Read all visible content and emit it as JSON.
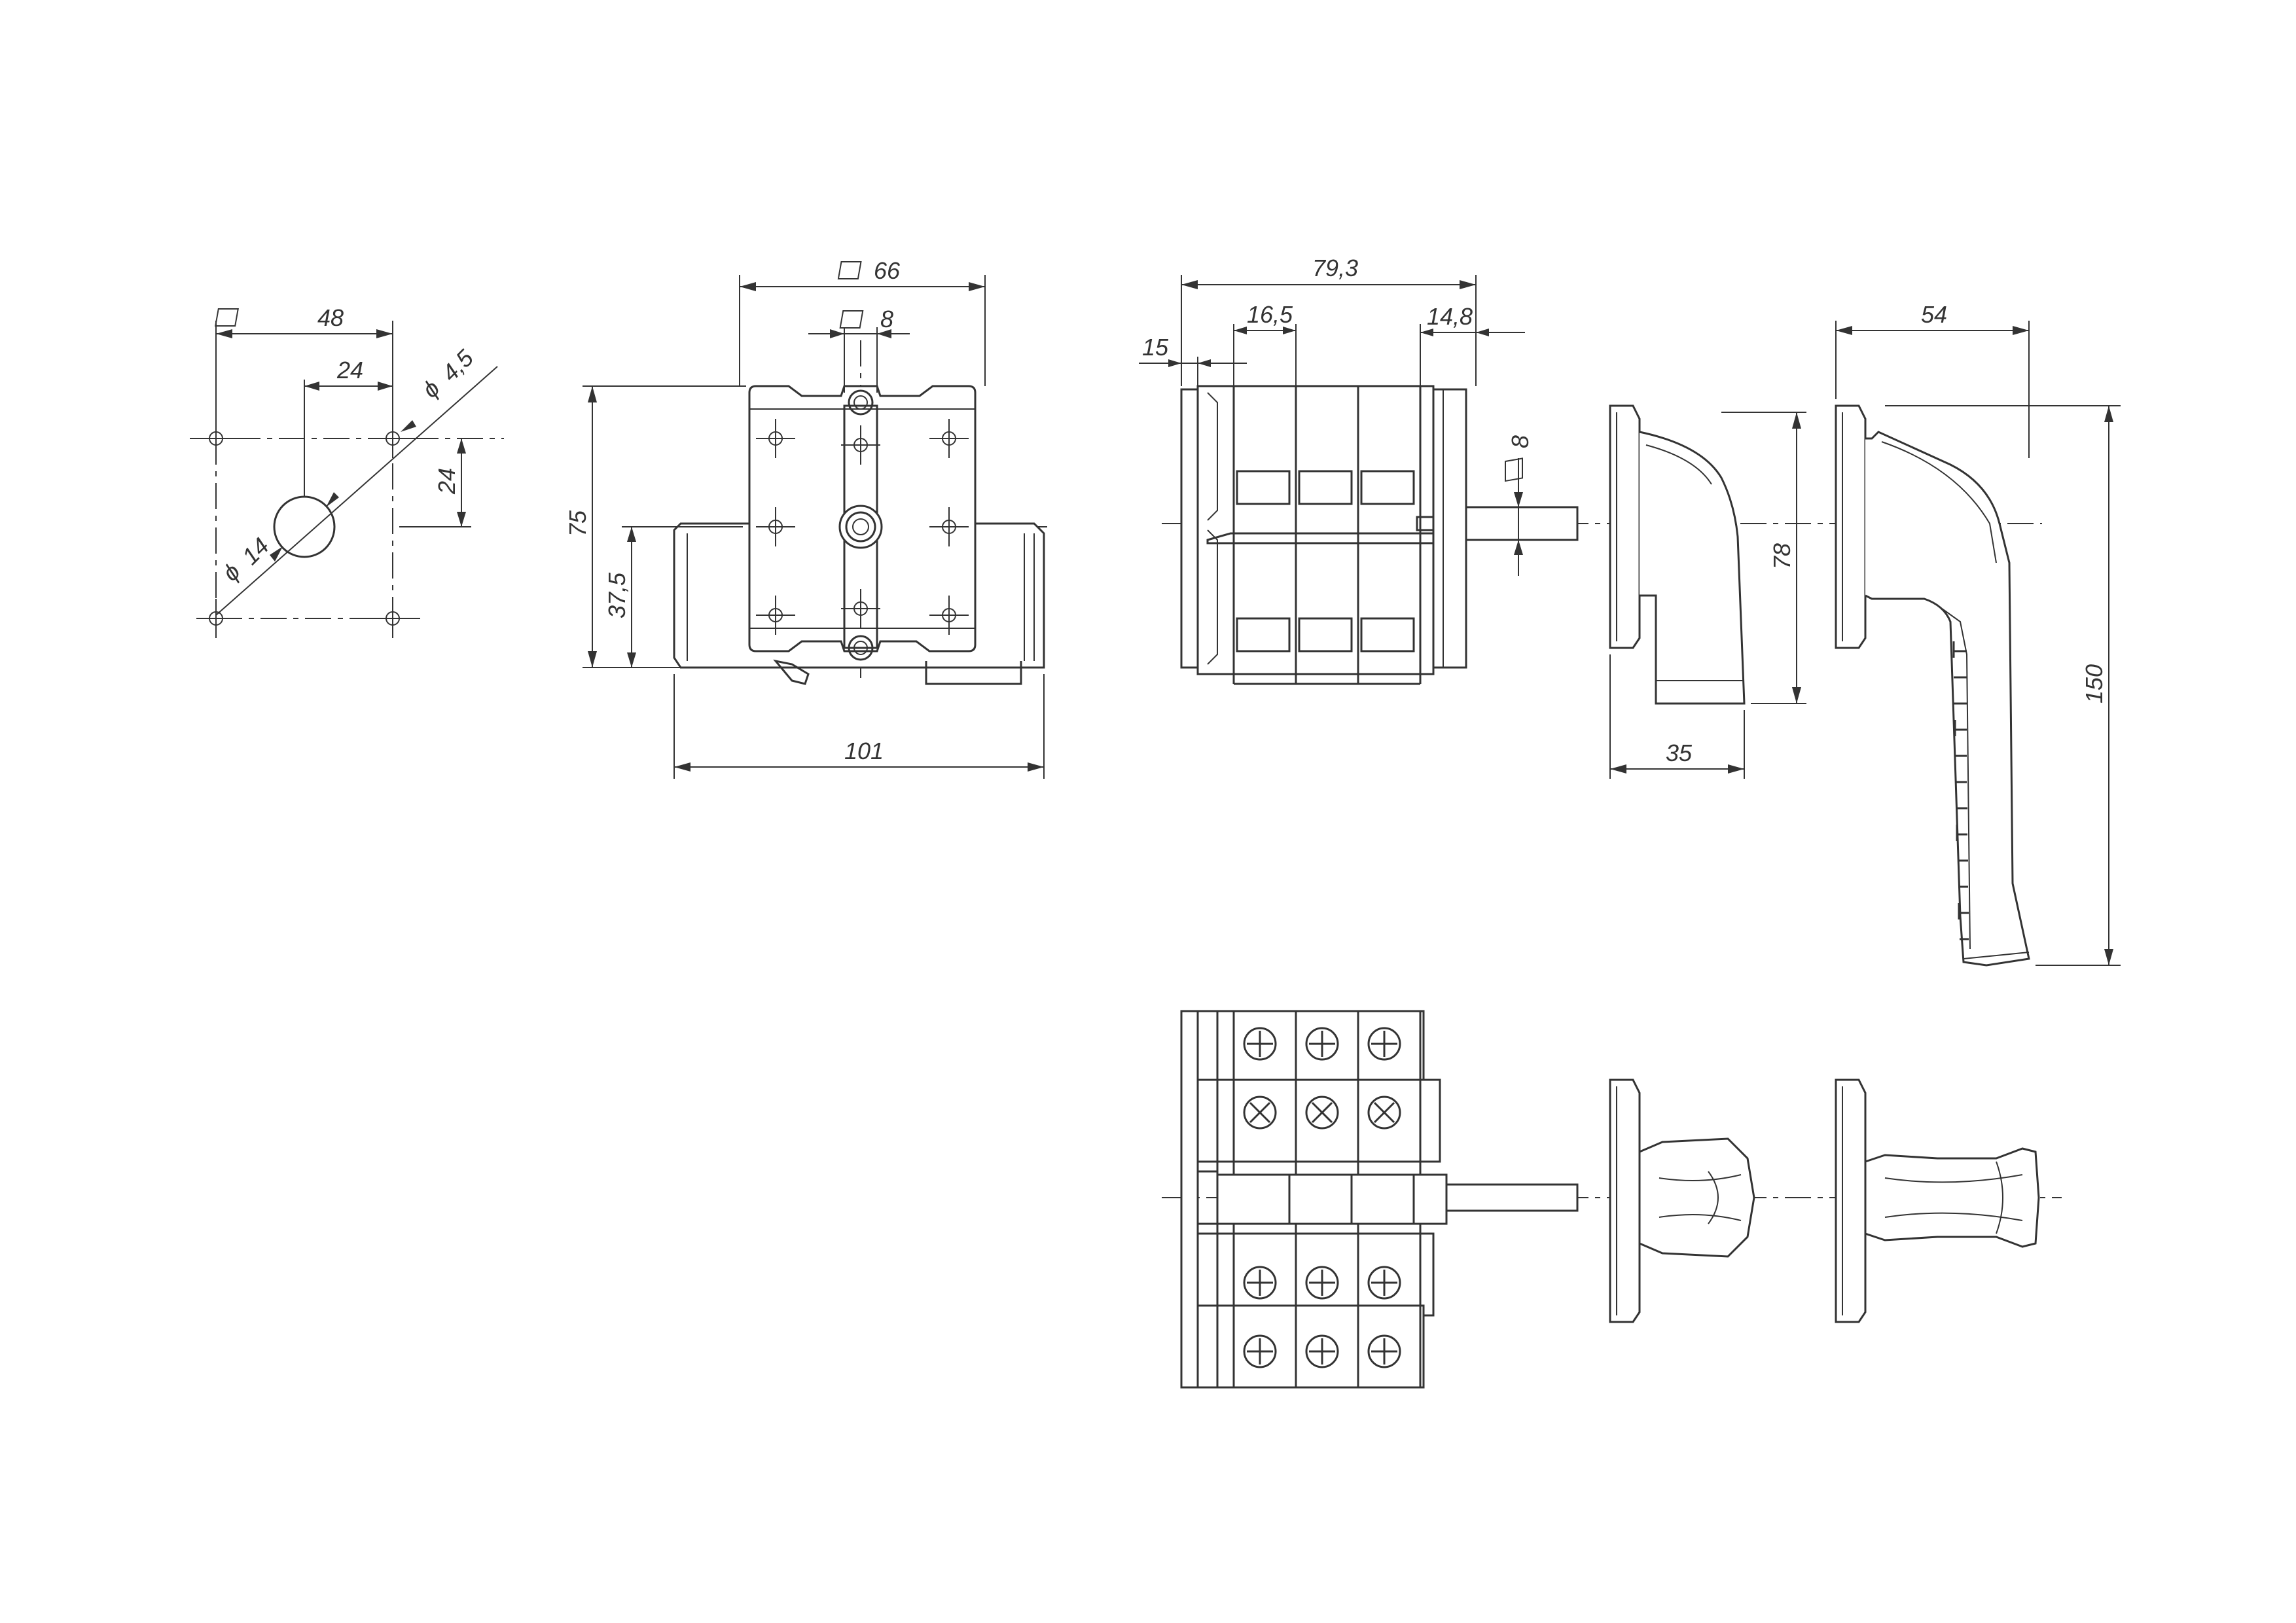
{
  "dimensions": {
    "mount_square": "48",
    "mount_half_x": "24",
    "mount_hole_dia": "4,5",
    "mount_half_y": "24",
    "mount_center_dia": "14",
    "front_square": "66",
    "front_shaft_square": "8",
    "front_height": "75",
    "front_half_height": "37,5",
    "front_width": "101",
    "side_total_length": "79,3",
    "side_left_offset": "15",
    "side_module_width": "16,5",
    "side_right_part": "14,8",
    "side_shaft_square": "8",
    "knob_height": "78",
    "knob_depth": "35",
    "handle_depth": "54",
    "handle_length": "150"
  }
}
